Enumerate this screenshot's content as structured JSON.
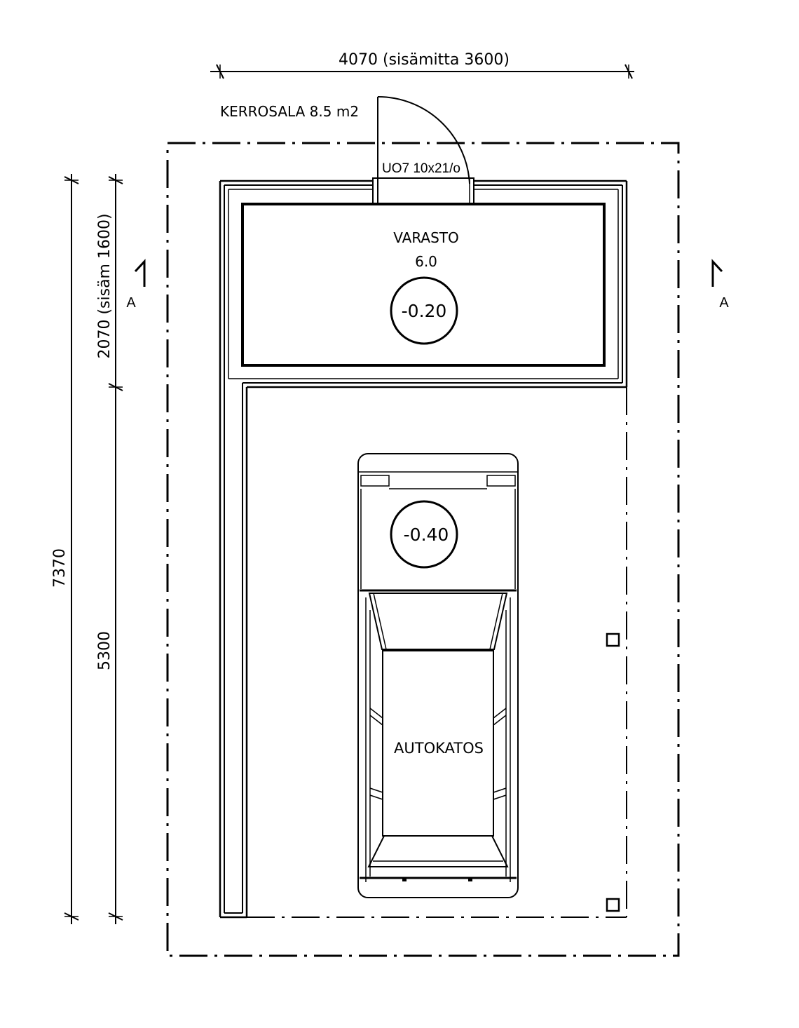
{
  "dimensions": {
    "top_width": "4070 (sisämitta 3600)",
    "left_total": "7370",
    "left_storage": "2070 (sisäm 1600)",
    "left_carport": "5300"
  },
  "floor_area": "KERROSALA 8.5 m2",
  "door_label": "UO7 10x21/o",
  "rooms": {
    "storage_name": "VARASTO",
    "storage_area": "6.0",
    "carport_name": "AUTOKATOS"
  },
  "levels": {
    "storage": "-0.20",
    "carport": "-0.40"
  },
  "section_marks": {
    "left": "A",
    "right": "A"
  }
}
